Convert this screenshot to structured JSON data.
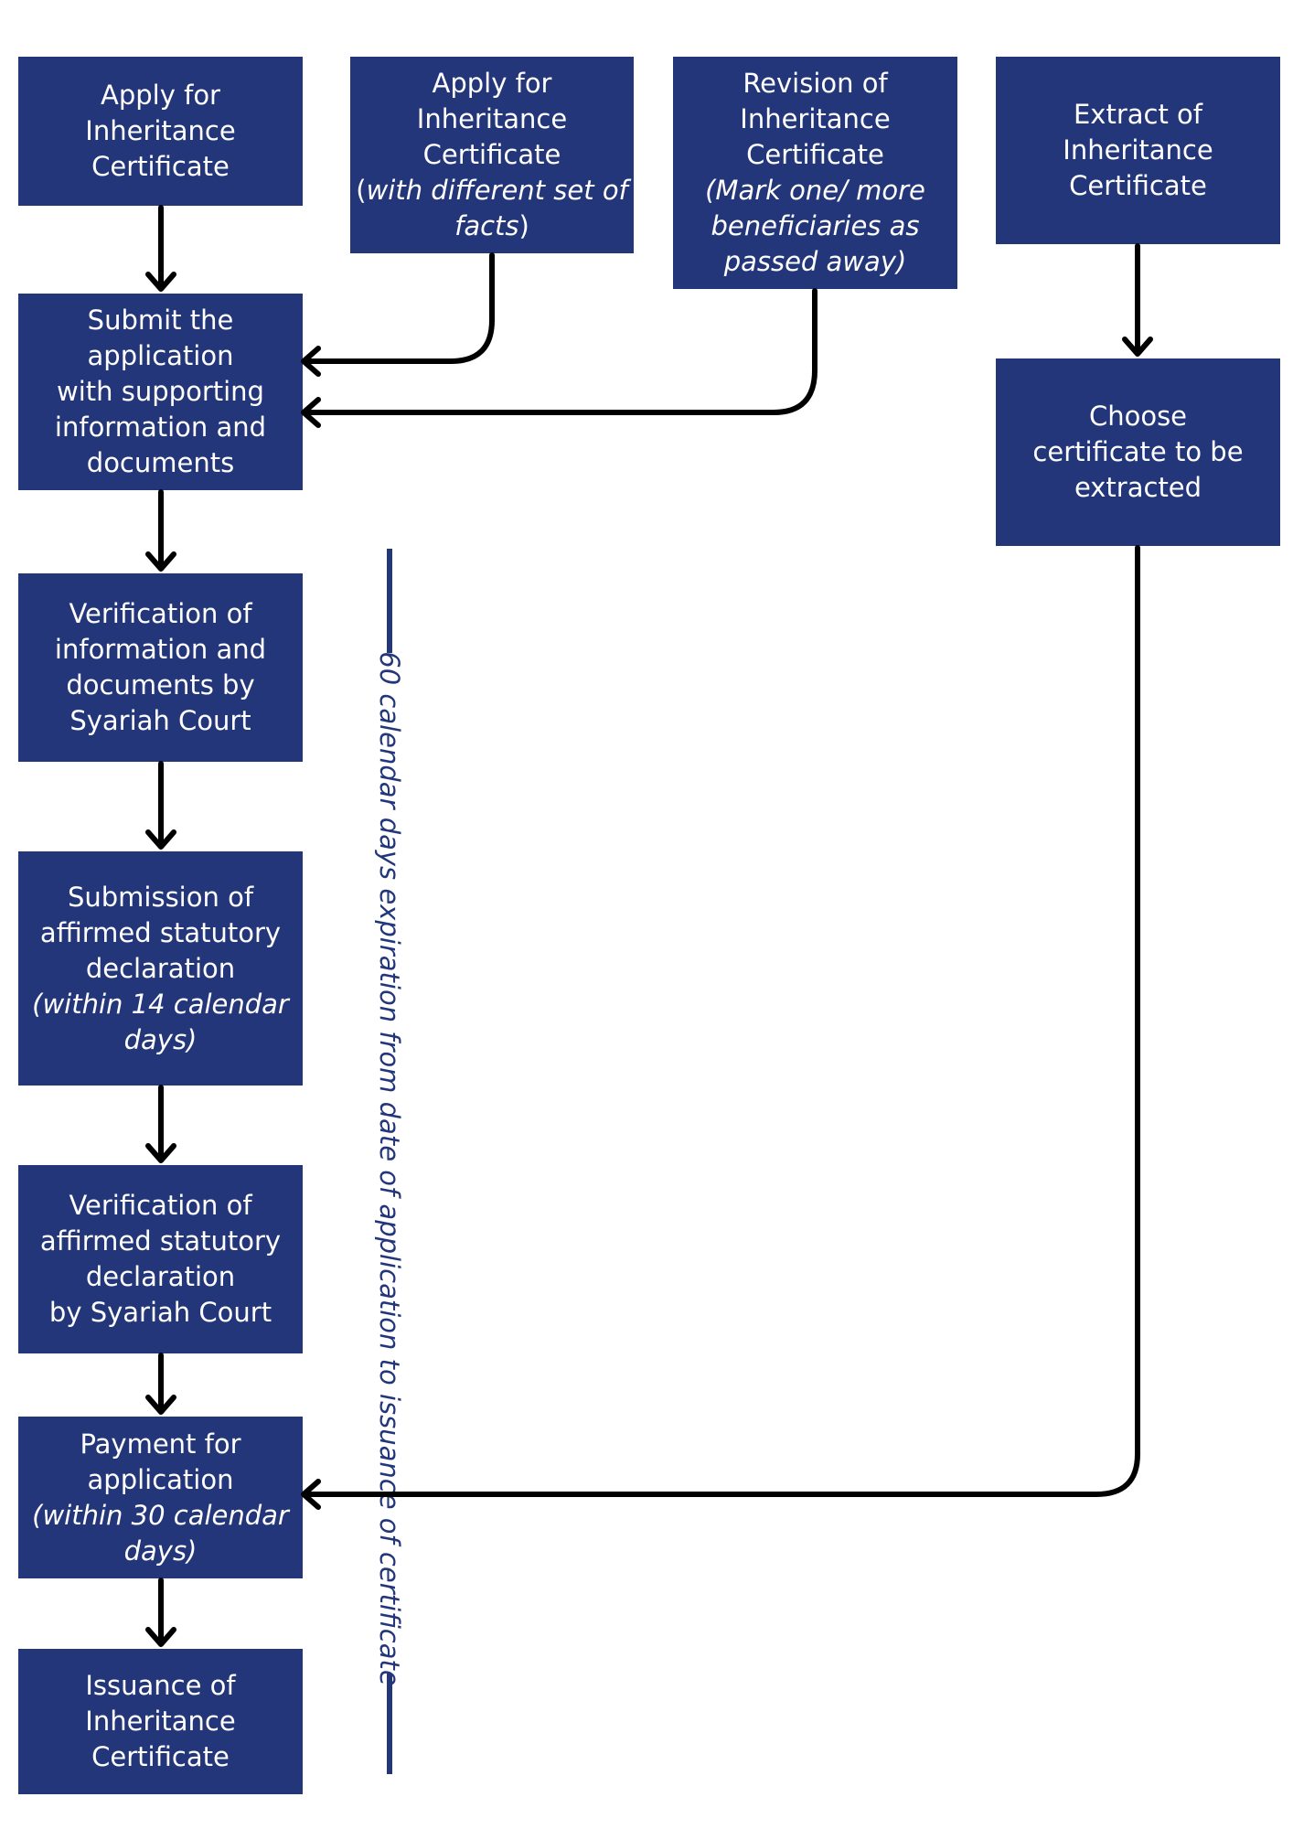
{
  "colors": {
    "box_fill": "#23367a",
    "box_text": "#ffffff",
    "arrow": "#000000",
    "timeline": "#23367a"
  },
  "boxes": {
    "apply": {
      "line1": "Apply for",
      "line2": "Inheritance",
      "line3": "Certificate"
    },
    "apply_diff": {
      "line1": "Apply for",
      "line2": "Inheritance",
      "line3": "Certificate",
      "note_open": "(",
      "note_italic1": "with different set of",
      "note_italic2": "facts",
      "note_close": ")"
    },
    "revision": {
      "line1": "Revision of",
      "line2": "Inheritance",
      "line3": "Certificate",
      "note1": "(Mark one/ more",
      "note2": "beneficiaries as",
      "note3": "passed away)"
    },
    "extract": {
      "line1": "Extract of",
      "line2": "Inheritance",
      "line3": "Certificate"
    },
    "submit": {
      "line1": "Submit the",
      "line2": "application",
      "line3": "with supporting",
      "line4": "information and",
      "line5": "documents"
    },
    "choose": {
      "line1": "Choose",
      "line2": "certificate to be",
      "line3": "extracted"
    },
    "verify_docs": {
      "line1": "Verification of",
      "line2": "information and",
      "line3": "documents by",
      "line4": "Syariah Court"
    },
    "submission_sd": {
      "line1": "Submission of",
      "line2": "affirmed statutory",
      "line3": "declaration",
      "note1": "(within 14 calendar",
      "note2": "days)"
    },
    "verify_sd": {
      "line1": "Verification of",
      "line2": "affirmed statutory",
      "line3": "declaration",
      "line4": "by Syariah Court"
    },
    "payment": {
      "line1": "Payment for",
      "line2": "application",
      "note1": "(within 30 calendar",
      "note2": "days)"
    },
    "issuance": {
      "line1": "Issuance of",
      "line2": "Inheritance",
      "line3": "Certificate"
    }
  },
  "timeline": {
    "label": "60 calendar days expiration from date of application to issuance of certificate"
  }
}
